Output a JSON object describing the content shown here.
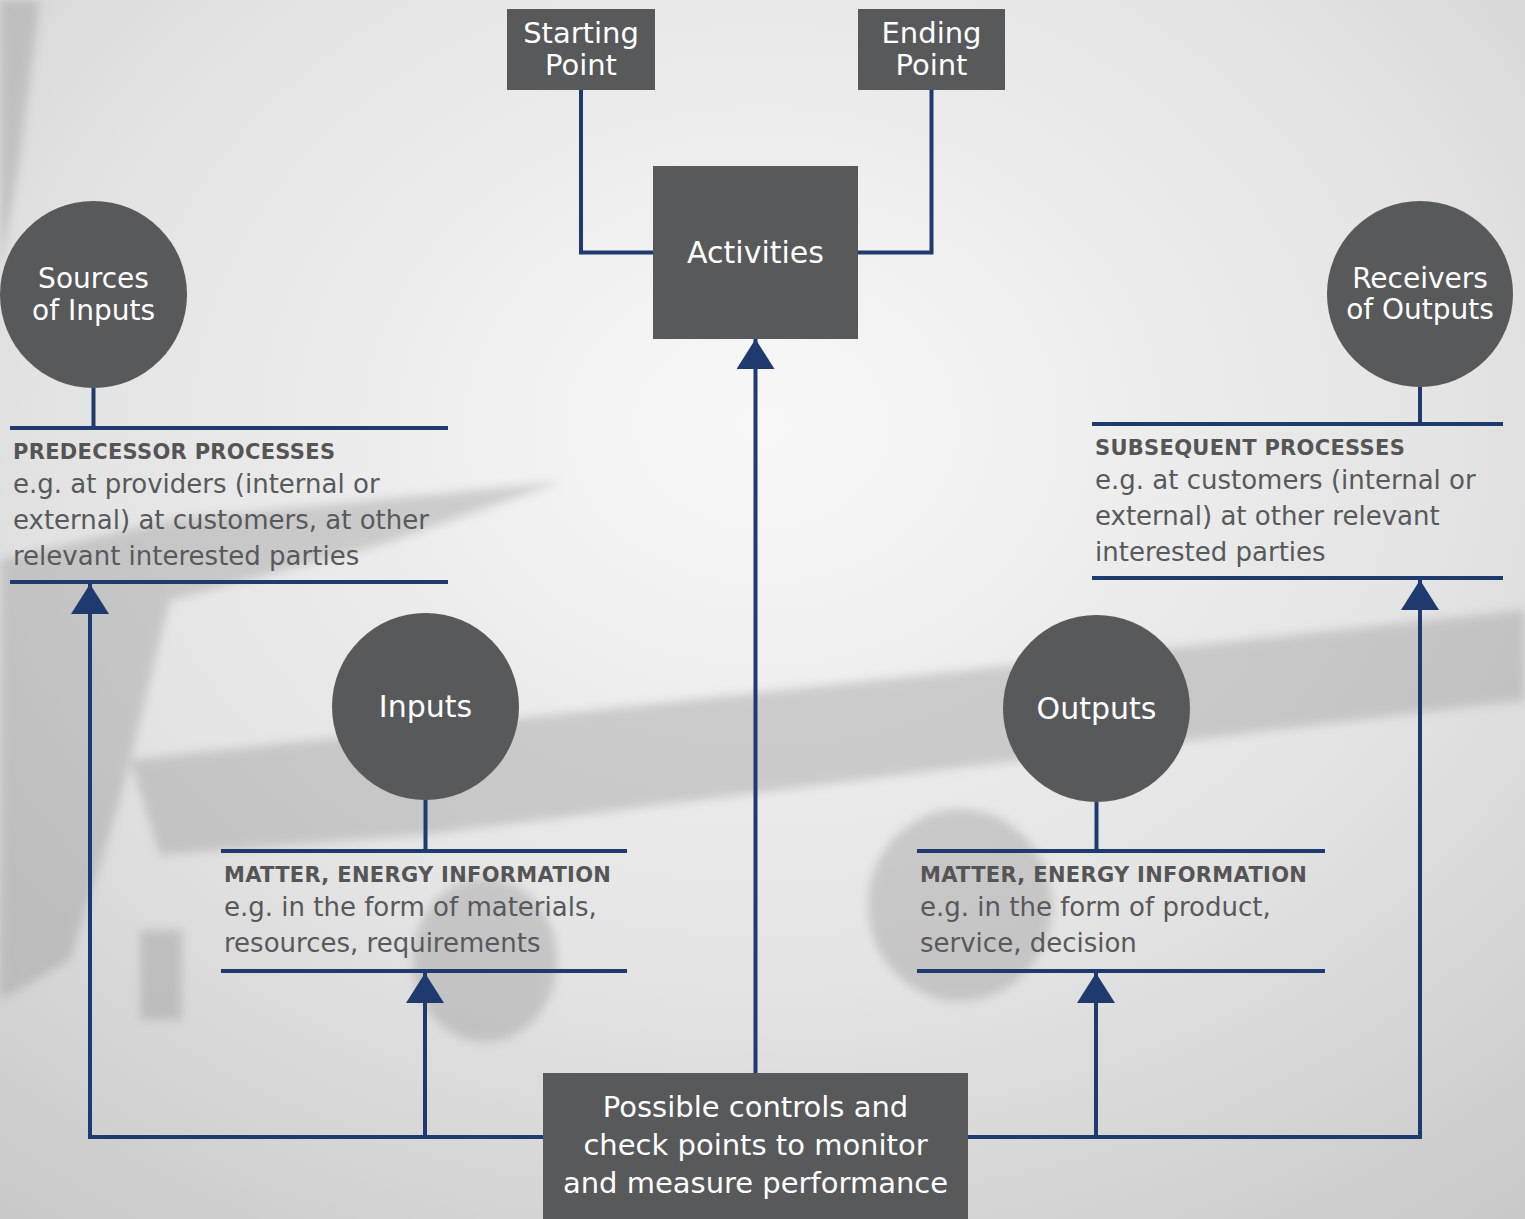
{
  "diagram": {
    "nodes": [
      {
        "text": [
          "Starting Point"
        ]
      },
      {
        "text": [
          "Ending Point"
        ]
      },
      {
        "text": [
          "Activities"
        ]
      },
      {
        "text": [
          "Sources of Inputs"
        ]
      },
      {
        "text": [
          "Receivers of Outputs"
        ]
      },
      {
        "text": [
          "PREDECESSOR PROCESSES",
          "e.g. at providers (internal or external) at customers, at other relevant interested parties"
        ]
      },
      {
        "text": [
          "SUBSEQUENT PROCESSES",
          "e.g. at customers (internal or external) at other relevant interested parties"
        ]
      },
      {
        "text": [
          "Inputs"
        ]
      },
      {
        "text": [
          "Outputs"
        ]
      },
      {
        "text": [
          "MATTER, ENERGY INFORMATION",
          "e.g. in the form of materials, resources, requirements"
        ]
      },
      {
        "text": [
          "MATTER, ENERGY INFORMATION",
          "e.g. in the form of product, service, decision"
        ]
      },
      {
        "text": [
          "Possible controls and check points to monitor and measure performance"
        ]
      }
    ],
    "edges": [
      {
        "from": 0,
        "to": 2,
        "arrow": "none"
      },
      {
        "from": 2,
        "to": 1,
        "arrow": "none"
      },
      {
        "from": 3,
        "to": 5,
        "arrow": "none"
      },
      {
        "from": 4,
        "to": 6,
        "arrow": "none"
      },
      {
        "from": 7,
        "to": 9,
        "arrow": "none"
      },
      {
        "from": 8,
        "to": 10,
        "arrow": "none"
      },
      {
        "from": 11,
        "to": 2,
        "arrow": "to"
      },
      {
        "from": 11,
        "to": 5,
        "arrow": "to"
      },
      {
        "from": 11,
        "to": 9,
        "arrow": "to"
      },
      {
        "from": 11,
        "to": 10,
        "arrow": "to"
      },
      {
        "from": 11,
        "to": 6,
        "arrow": "to"
      }
    ]
  }
}
